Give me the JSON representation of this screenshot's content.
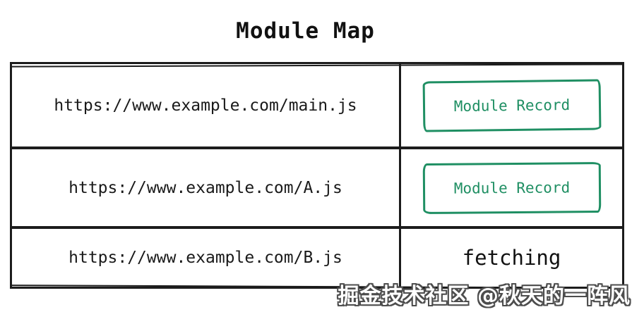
{
  "title": "Module Map",
  "colors": {
    "border_black": "#1c1c1c",
    "record_green": "#1f8f63",
    "background": "#ffffff",
    "watermark_fill": "#ffffff",
    "watermark_outline": "#4d4d4d"
  },
  "table": {
    "columns": [
      "module-url",
      "module-state"
    ],
    "rows": [
      {
        "url": "https://www.example.com/main.js",
        "status": "Module Record",
        "status_style": "boxed-green"
      },
      {
        "url": "https://www.example.com/A.js",
        "status": "Module Record",
        "status_style": "boxed-green"
      },
      {
        "url": "https://www.example.com/B.js",
        "status": "fetching",
        "status_style": "plain-text"
      }
    ]
  },
  "watermark": "掘金技术社区 @秋天的一阵风"
}
